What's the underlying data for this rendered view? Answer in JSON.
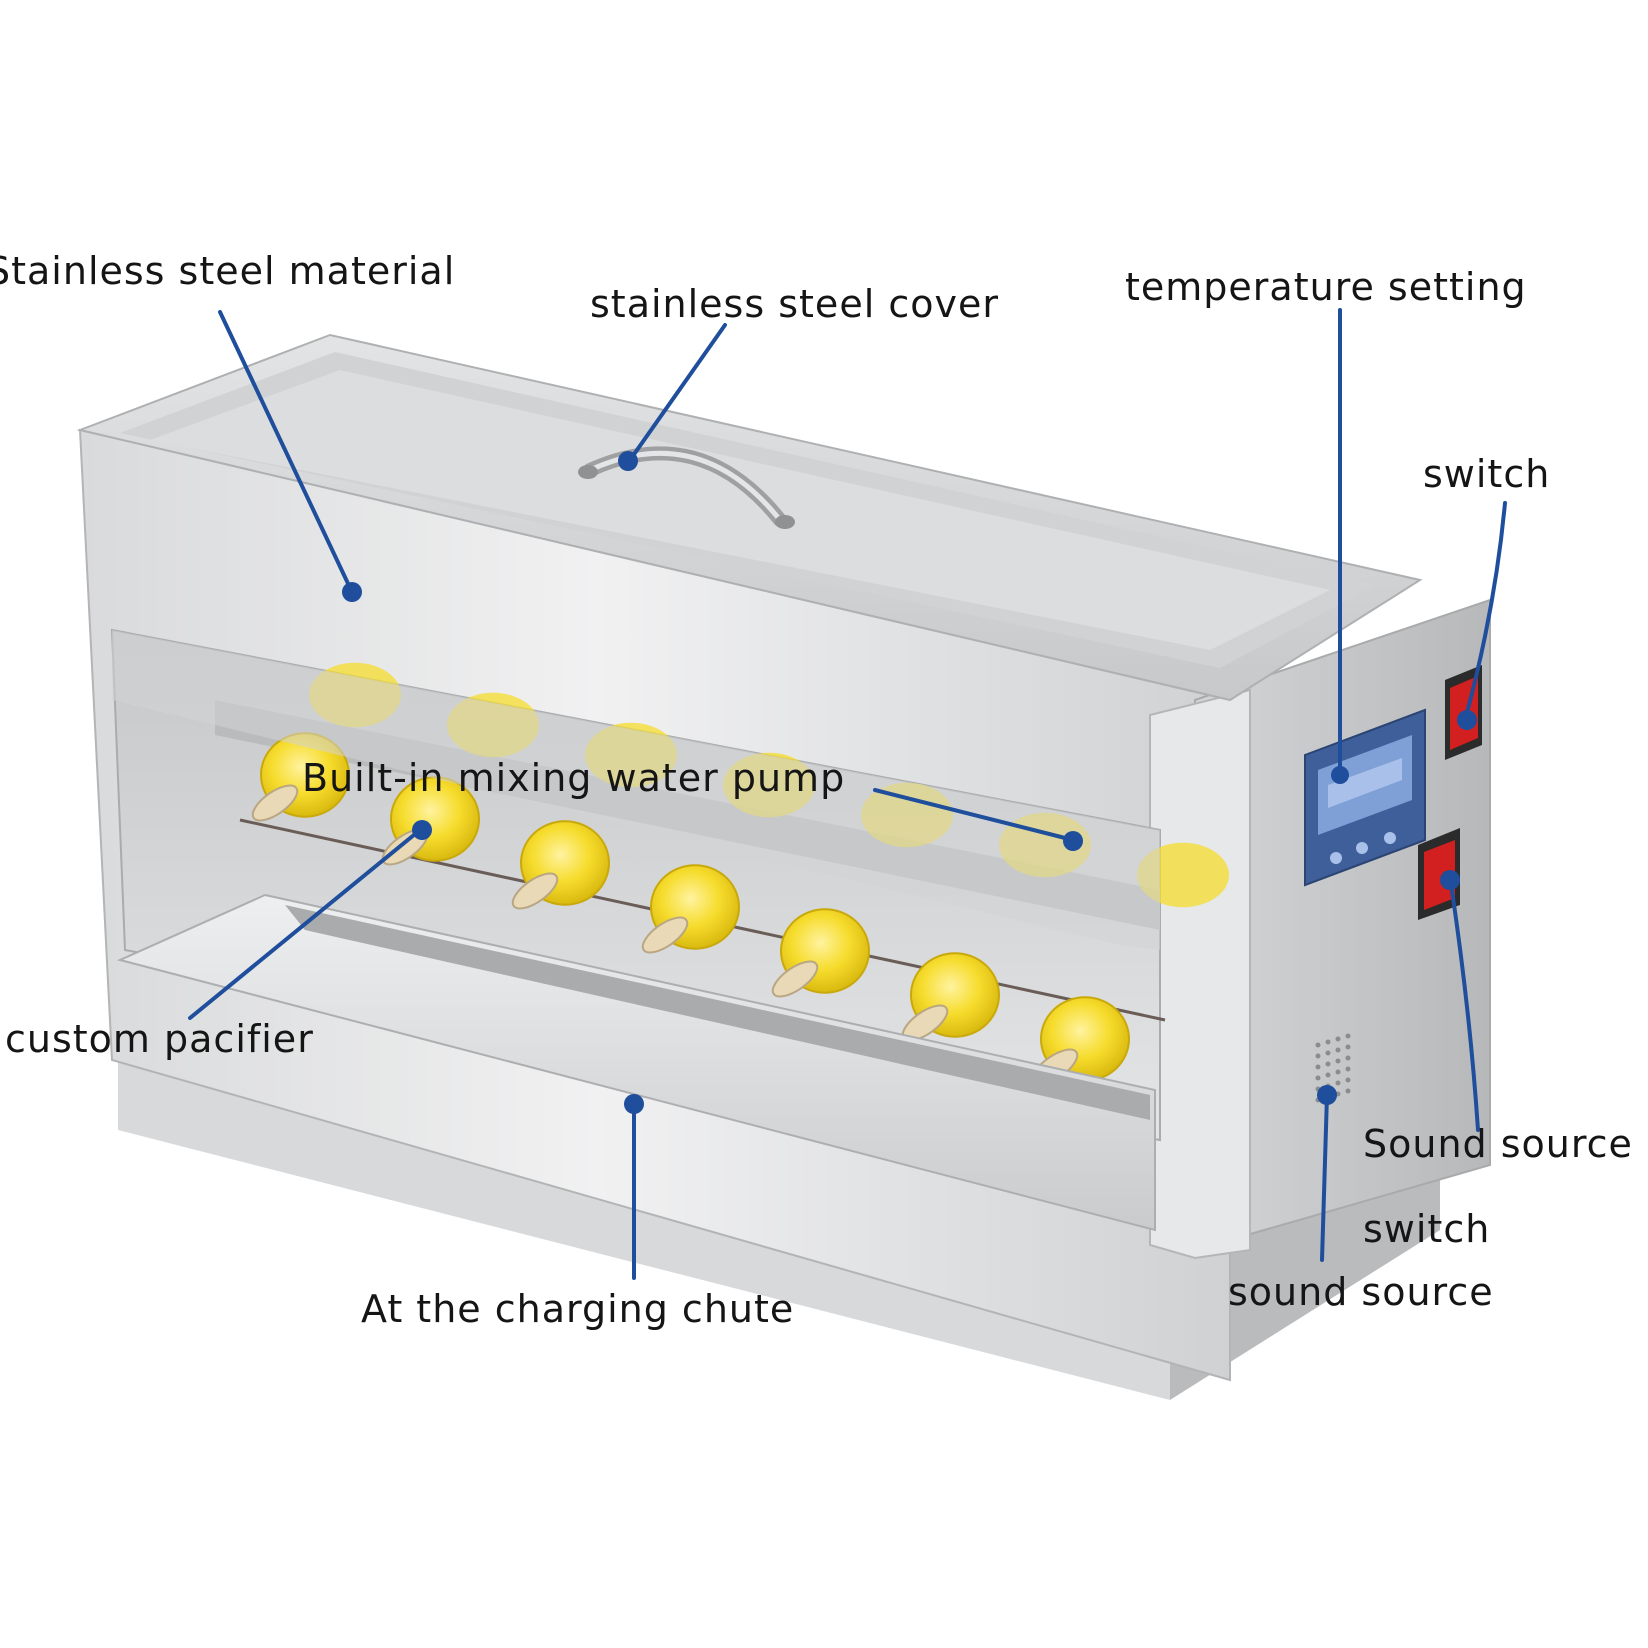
{
  "labels": {
    "stainless_steel_material": "Stainless steel material",
    "stainless_steel_cover": "stainless steel cover",
    "temperature_setting": "temperature setting",
    "switch_top": "switch",
    "built_in_pump": "Built-in mixing water pump",
    "custom_pacifier": "custom pacifier",
    "sound_source_upper": "Sound source",
    "switch_bottom": "switch",
    "sound_source_lower": "sound source",
    "charging_chute": "At the charging chute"
  },
  "colors": {
    "leader_line": "#1f4e9c",
    "pacifier_yellow": "#f6dc2c",
    "steel_light": "#e9eaeb",
    "steel_mid": "#c4c6c8",
    "steel_dark": "#a4a6a8",
    "rocker_red": "#d21f1f",
    "display_blue": "#5479b8"
  },
  "bottle_count": 14
}
